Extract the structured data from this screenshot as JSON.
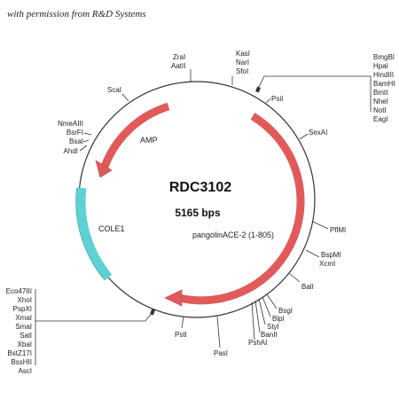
{
  "credit": "with permission from R&D Systems",
  "plasmid": {
    "name": "RDC3102",
    "size_label": "5165 bps"
  },
  "features": [
    {
      "id": "amp",
      "label": "AMP",
      "type": "arrow",
      "color": "#e05a5a"
    },
    {
      "id": "pangolin",
      "label": "pangolinACE-2 (1-805)",
      "type": "arrow",
      "color": "#e05a5a"
    },
    {
      "id": "cole1",
      "label": "COLE1",
      "type": "block",
      "color": "#5fd0d4"
    }
  ],
  "sites": {
    "zral_aatii": [
      "ZraI",
      "AatII"
    ],
    "kasi_group": [
      "KasI",
      "NarI",
      "SfoI"
    ],
    "mcs_top": [
      "BmgBI",
      "HpaI",
      "HindIII",
      "BamHI",
      "BmtI",
      "NheI",
      "NotI",
      "EagI"
    ],
    "psii": [
      "PsiI"
    ],
    "sexai": [
      "SexAI"
    ],
    "pflmi": [
      "PflMI"
    ],
    "bspmi_group": [
      "BspMI",
      "XcmI"
    ],
    "bali": [
      "BalI"
    ],
    "lower_right": [
      "BsgI",
      "BlpI",
      "StyI",
      "BanII",
      "PshAI"
    ],
    "pasi": [
      "PasI"
    ],
    "psti": [
      "PstI"
    ],
    "mcs_bottom": [
      "Eco47III",
      "XhoI",
      "PspXI",
      "XmaI",
      "SmaI",
      "SalI",
      "XbaI",
      "BstZ17I",
      "BssHII",
      "AscI"
    ],
    "ahdi_group": [
      "NmeAIII",
      "BsrFI",
      "BsaI",
      "AhdI"
    ],
    "scai": [
      "ScaI"
    ]
  }
}
